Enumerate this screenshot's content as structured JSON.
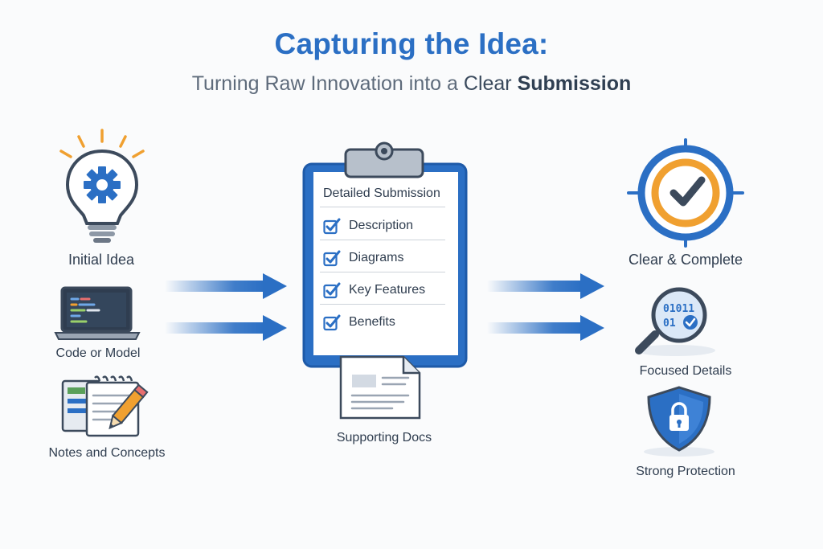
{
  "header": {
    "title": "Capturing the Idea:",
    "subtitle_pre": "Turning Raw Innovation into a ",
    "subtitle_clear": "Clear",
    "subtitle_sub": "Submission"
  },
  "left": {
    "items": [
      {
        "label": "Initial Idea",
        "icon": "lightbulb-gear-icon"
      },
      {
        "label": "Code or Model",
        "icon": "laptop-code-icon"
      },
      {
        "label": "Notes and Concepts",
        "icon": "notepad-pencil-icon"
      }
    ]
  },
  "center": {
    "clipboard_title": "Detailed Submission",
    "checklist": [
      "Description",
      "Diagrams",
      "Key Features",
      "Benefits"
    ],
    "docs_label": "Supporting Docs",
    "docs_icon": "document-stack-icon"
  },
  "right": {
    "items": [
      {
        "label": "Clear & Complete",
        "icon": "target-check-icon"
      },
      {
        "label": "Focused Details",
        "icon": "magnifier-binary-icon",
        "binary": [
          "01011",
          "01"
        ]
      },
      {
        "label": "Strong Protection",
        "icon": "shield-lock-icon"
      }
    ]
  },
  "colors": {
    "primary_blue": "#2b6fc4",
    "accent_orange": "#f0a030",
    "text": "#2f3d4f"
  }
}
